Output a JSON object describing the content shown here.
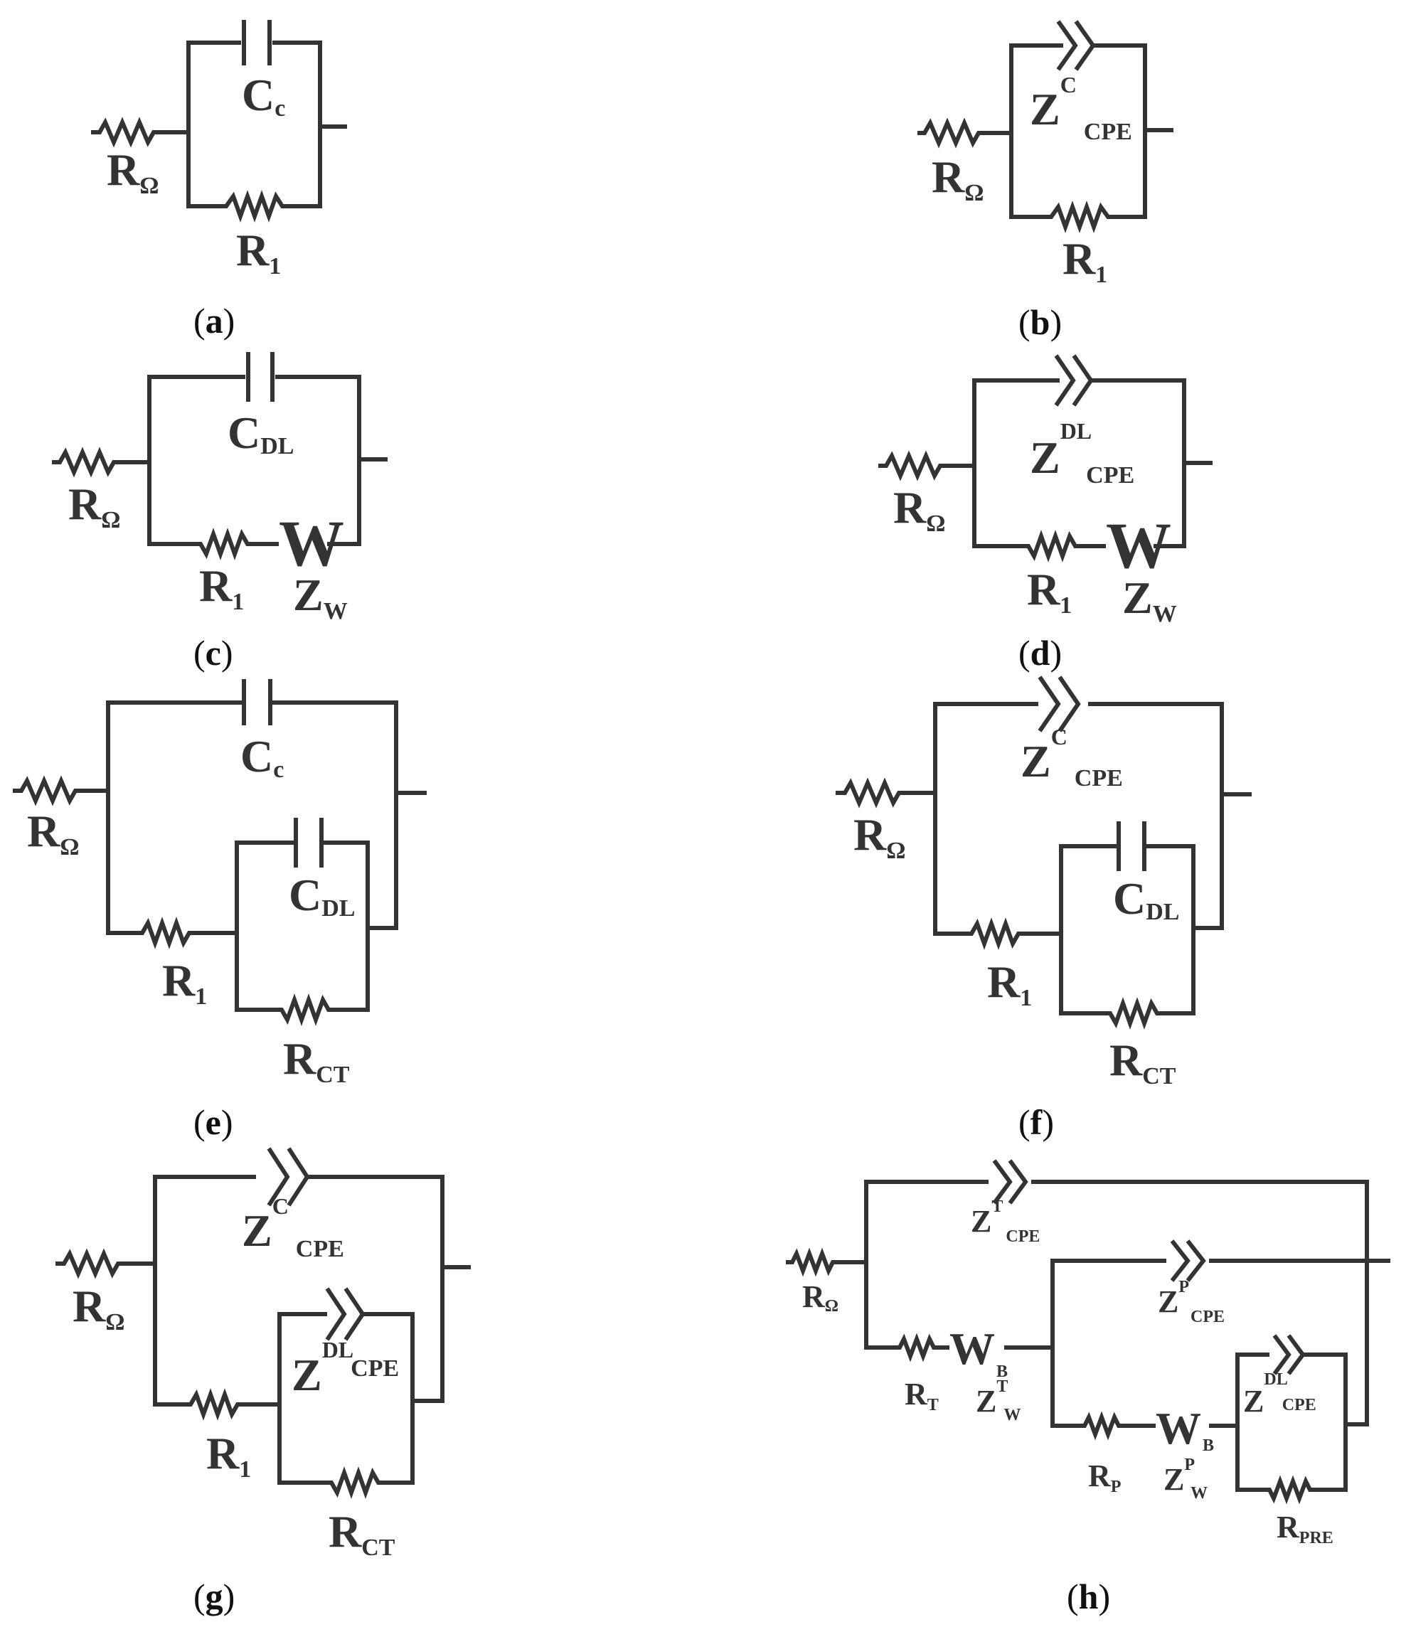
{
  "panels": {
    "a": {
      "caption": "a",
      "r_omega": "R",
      "r_omega_sub": "Ω",
      "cap": "C",
      "cap_sub": "c",
      "r1": "R",
      "r1_sub": "1"
    },
    "b": {
      "caption": "b",
      "r_omega": "R",
      "r_omega_sub": "Ω",
      "z": "Z",
      "z_sup": "C",
      "z_sub": "CPE",
      "r1": "R",
      "r1_sub": "1"
    },
    "c": {
      "caption": "c",
      "r_omega": "R",
      "r_omega_sub": "Ω",
      "cap": "C",
      "cap_sub": "DL",
      "r1": "R",
      "r1_sub": "1",
      "w": "W",
      "zw": "Z",
      "zw_sub": "W"
    },
    "d": {
      "caption": "d",
      "r_omega": "R",
      "r_omega_sub": "Ω",
      "z": "Z",
      "z_sup": "DL",
      "z_sub": "CPE",
      "r1": "R",
      "r1_sub": "1",
      "w": "W",
      "zw": "Z",
      "zw_sub": "W"
    },
    "e": {
      "caption": "e",
      "r_omega": "R",
      "r_omega_sub": "Ω",
      "cap": "C",
      "cap_sub": "c",
      "cap2": "C",
      "cap2_sub": "DL",
      "r1": "R",
      "r1_sub": "1",
      "rct": "R",
      "rct_sub": "CT"
    },
    "f": {
      "caption": "f",
      "r_omega": "R",
      "r_omega_sub": "Ω",
      "z": "Z",
      "z_sup": "C",
      "z_sub": "CPE",
      "cap2": "C",
      "cap2_sub": "DL",
      "r1": "R",
      "r1_sub": "1",
      "rct": "R",
      "rct_sub": "CT"
    },
    "g": {
      "caption": "g",
      "r_omega": "R",
      "r_omega_sub": "Ω",
      "z": "Z",
      "z_sup": "C",
      "z_sub": "CPE",
      "z2": "Z",
      "z2_sup": "DL",
      "z2_sub": "CPE",
      "r1": "R",
      "r1_sub": "1",
      "rct": "R",
      "rct_sub": "CT"
    },
    "h": {
      "caption": "h",
      "r_omega": "R",
      "r_omega_sub": "Ω",
      "zt": "Z",
      "zt_sup": "T",
      "zt_sub": "CPE",
      "zp": "Z",
      "zp_sup": "P",
      "zp_sub": "CPE",
      "zdl": "Z",
      "zdl_sup": "DL",
      "zdl_sub": "CPE",
      "rt": "R",
      "rt_sub": "T",
      "wb1": "W",
      "wb1_sup": "B",
      "zwt": "Z",
      "zwt_sup": "T",
      "zwt_sub": "W",
      "rp": "R",
      "rp_sub": "P",
      "wb2": "W",
      "wb2_sup": "B",
      "zwp": "Z",
      "zwp_sup": "P",
      "zwp_sub": "W",
      "rpre": "R",
      "rpre_sub": "PRE"
    }
  },
  "caption_paren_open": "(",
  "caption_paren_close": ")"
}
